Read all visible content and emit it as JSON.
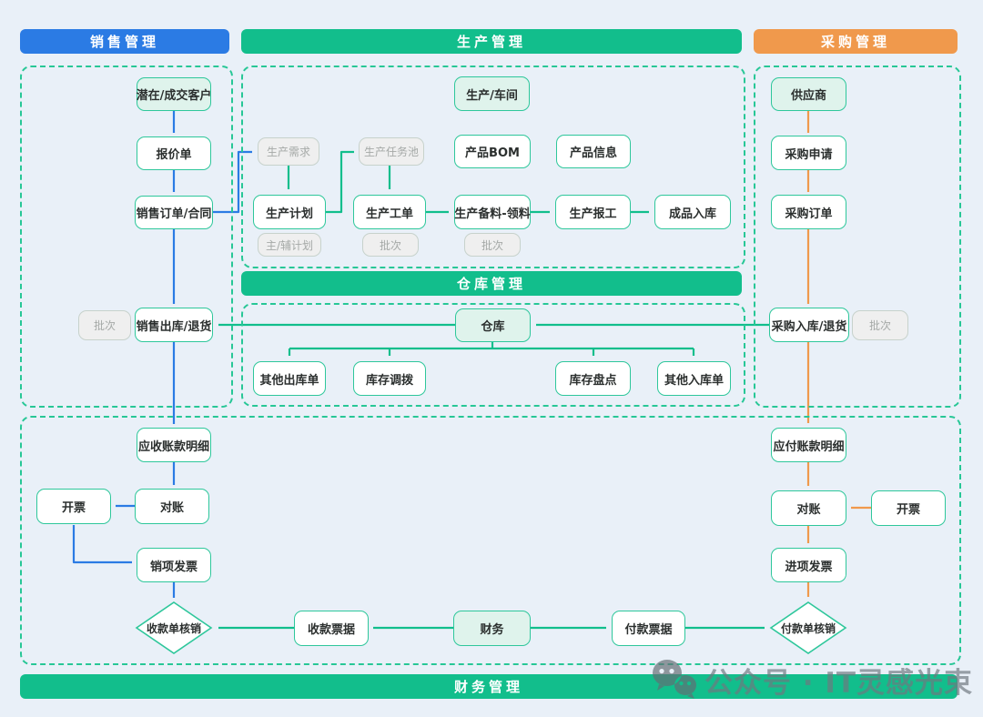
{
  "sections": {
    "sales": "销售管理",
    "production": "生产管理",
    "purchase": "采购管理",
    "warehouse": "仓库管理",
    "finance": "财务管理"
  },
  "nodes": {
    "customer": "潜在/成交客户",
    "quotation": "报价单",
    "sales_order": "销售订单/合同",
    "sales_batch": "批次",
    "sales_out": "销售出库/退货",
    "workshop": "生产/车间",
    "prod_demand": "生产需求",
    "prod_task_pool": "生产任务池",
    "product_bom": "产品BOM",
    "product_info": "产品信息",
    "prod_plan": "生产计划",
    "prod_order": "生产工单",
    "prod_material": "生产备料-领料",
    "prod_report": "生产报工",
    "finished_in": "成品入库",
    "main_aux_plan": "主/辅计划",
    "order_batch": "批次",
    "material_batch": "批次",
    "warehouse": "仓库",
    "other_out": "其他出库单",
    "stock_transfer": "库存调拨",
    "stock_check": "库存盘点",
    "other_in": "其他入库单",
    "supplier": "供应商",
    "purchase_request": "采购申请",
    "purchase_order": "采购订单",
    "purchase_in": "采购入库/退货",
    "purchase_batch": "批次",
    "ar_detail": "应收账款明细",
    "ar_reconcile": "对账",
    "ar_invoice": "开票",
    "sales_invoice": "销项发票",
    "receipt_writeoff": "收款单核销",
    "receipt_bill": "收款票据",
    "finance_dept": "财务",
    "payment_bill": "付款票据",
    "payment_writeoff": "付款单核销",
    "ap_detail": "应付账款明细",
    "ap_reconcile": "对账",
    "ap_invoice": "开票",
    "purchase_invoice": "进项发票"
  },
  "watermark": {
    "text": "公众号 · IT灵感光束"
  },
  "palette": {
    "sales_blue": "#2B7BE4",
    "teal_green": "#12BE8C",
    "purchase_orange": "#F0994C",
    "node_border": "#2EC79B",
    "highlight_fill": "#DFF3EC",
    "gray_fill": "#EFEFEF",
    "gray_text": "#A5A9A7",
    "background": "#E9F0F8"
  }
}
